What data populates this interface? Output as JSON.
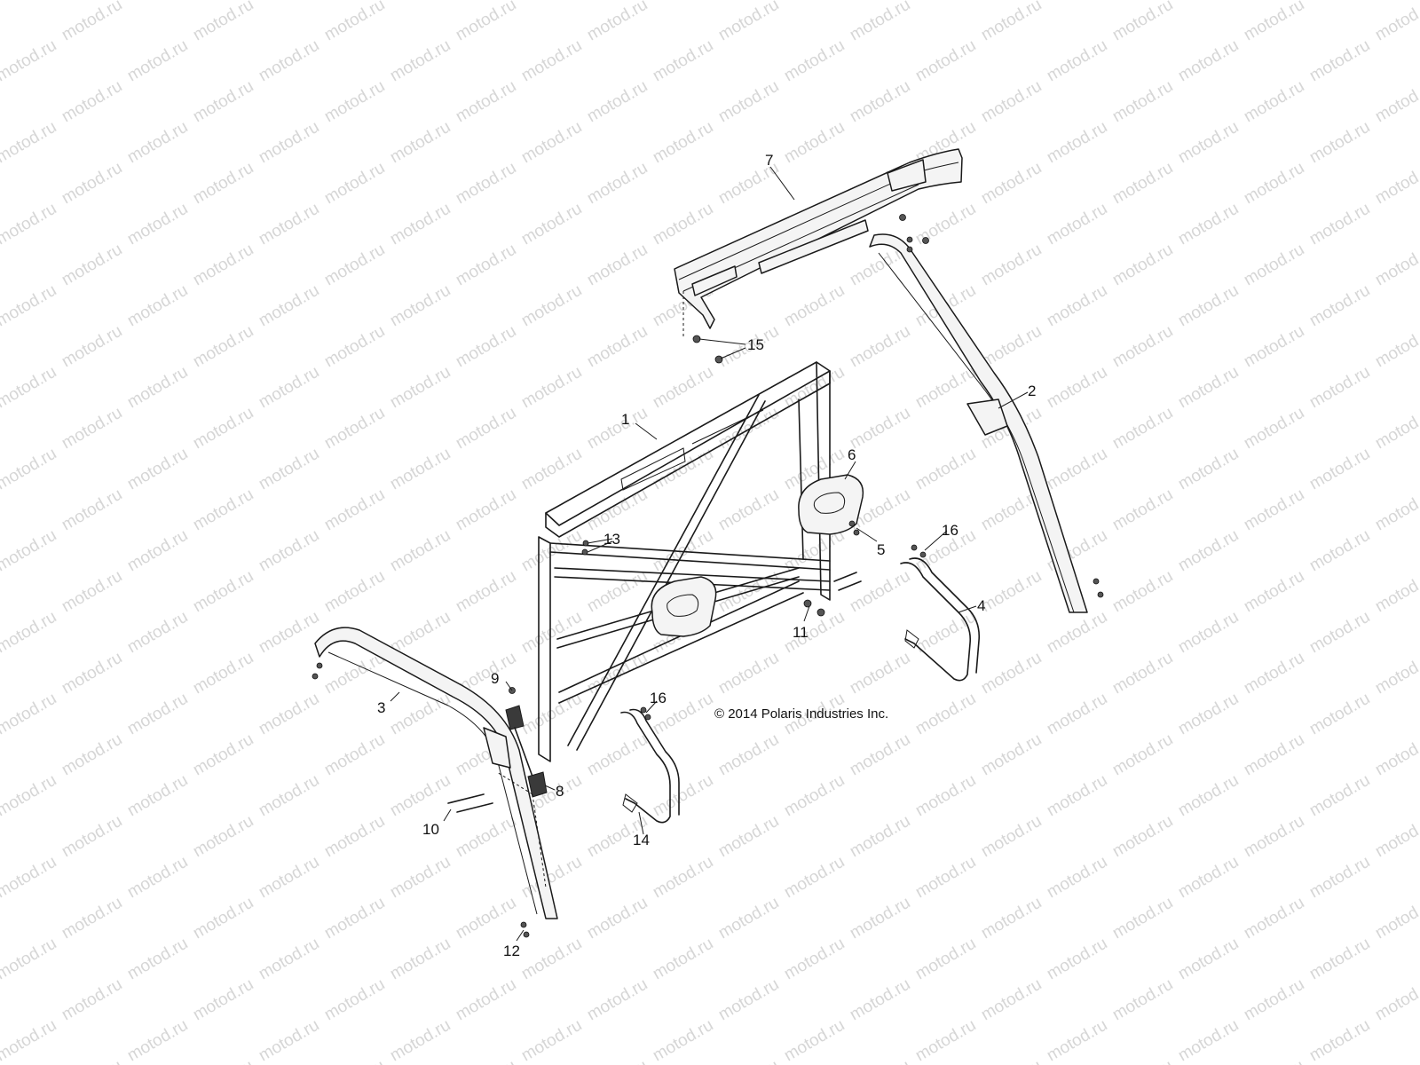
{
  "watermark": {
    "text": "motod.ru"
  },
  "copyright": "© 2014 Polaris Industries Inc.",
  "callouts": [
    {
      "id": "1",
      "label": "1"
    },
    {
      "id": "2",
      "label": "2"
    },
    {
      "id": "3",
      "label": "3"
    },
    {
      "id": "4",
      "label": "4"
    },
    {
      "id": "5",
      "label": "5"
    },
    {
      "id": "6",
      "label": "6"
    },
    {
      "id": "7",
      "label": "7"
    },
    {
      "id": "8",
      "label": "8"
    },
    {
      "id": "9",
      "label": "9"
    },
    {
      "id": "10",
      "label": "10"
    },
    {
      "id": "11",
      "label": "11"
    },
    {
      "id": "12",
      "label": "12"
    },
    {
      "id": "13",
      "label": "13"
    },
    {
      "id": "14",
      "label": "14"
    },
    {
      "id": "15",
      "label": "15"
    },
    {
      "id": "16a",
      "label": "16"
    },
    {
      "id": "16b",
      "label": "16"
    }
  ]
}
